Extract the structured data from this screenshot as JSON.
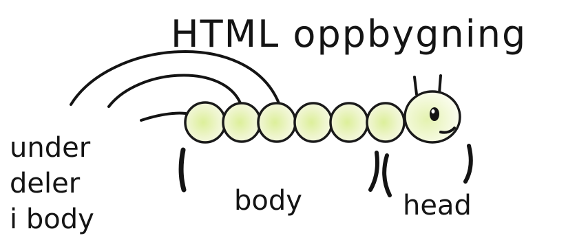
{
  "title": "HTML oppbygning",
  "labels": {
    "subparts": [
      "under",
      "deler",
      "i body"
    ],
    "body": "body",
    "head": "head"
  },
  "colors": {
    "ink": "#141414",
    "segment_fill": "#eef5cc",
    "segment_highlight": "#dcef9a",
    "background": "#ffffff"
  }
}
